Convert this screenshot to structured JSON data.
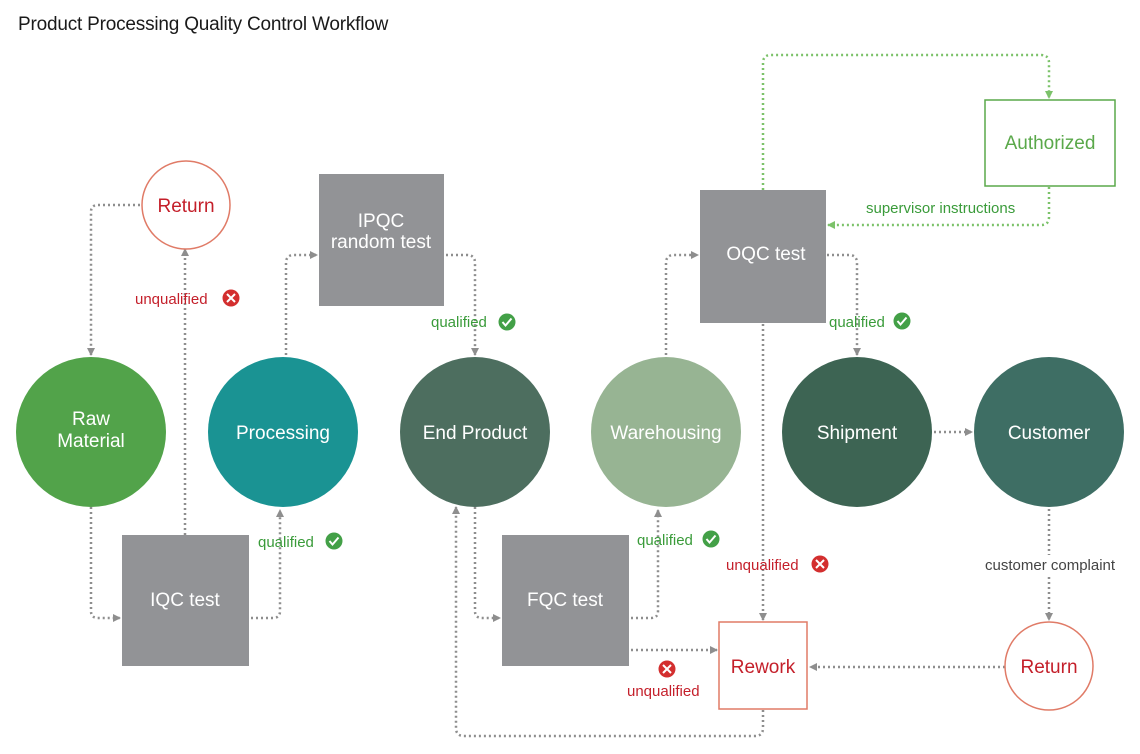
{
  "title": "Product Processing Quality Control Workflow",
  "nodes": {
    "raw_material": {
      "line1": "Raw",
      "line2": "Material",
      "color": "#52a34a"
    },
    "processing": {
      "label": "Processing",
      "color": "#1a9393"
    },
    "end_product": {
      "label": "End Product",
      "color": "#4d6e5f"
    },
    "warehousing": {
      "label": "Warehousing",
      "color": "#97b493"
    },
    "shipment": {
      "label": "Shipment",
      "color": "#3d6453"
    },
    "customer": {
      "label": "Customer",
      "color": "#3e6e64"
    }
  },
  "tests": {
    "iqc": {
      "label": "IQC test"
    },
    "ipqc": {
      "line1": "IPQC",
      "line2": "random test"
    },
    "fqc": {
      "label": "FQC test"
    },
    "oqc": {
      "label": "OQC test"
    },
    "color": "#929396"
  },
  "outcomes": {
    "return_top": "Return",
    "return_bottom": "Return",
    "rework": "Rework",
    "authorized": "Authorized"
  },
  "labels": {
    "iqc_unqualified": "unqualified",
    "iqc_qualified": "qualified",
    "ipqc_qualified": "qualified",
    "fqc_qualified": "qualified",
    "fqc_unqualified": "unqualified",
    "oqc_qualified": "qualified",
    "oqc_unqualified": "unqualified",
    "supervisor": "supervisor instructions",
    "complaint": "customer complaint"
  },
  "colors": {
    "qualified_green": "#3a9b3a",
    "check_icon": "#43a047",
    "unqualified_red": "#c41f2a",
    "x_icon": "#d32f2f",
    "return_border": "#e07b67",
    "authorized_green": "#5aa84a",
    "flow_gray": "#8e8e8e",
    "flow_green": "#7cc26a"
  }
}
